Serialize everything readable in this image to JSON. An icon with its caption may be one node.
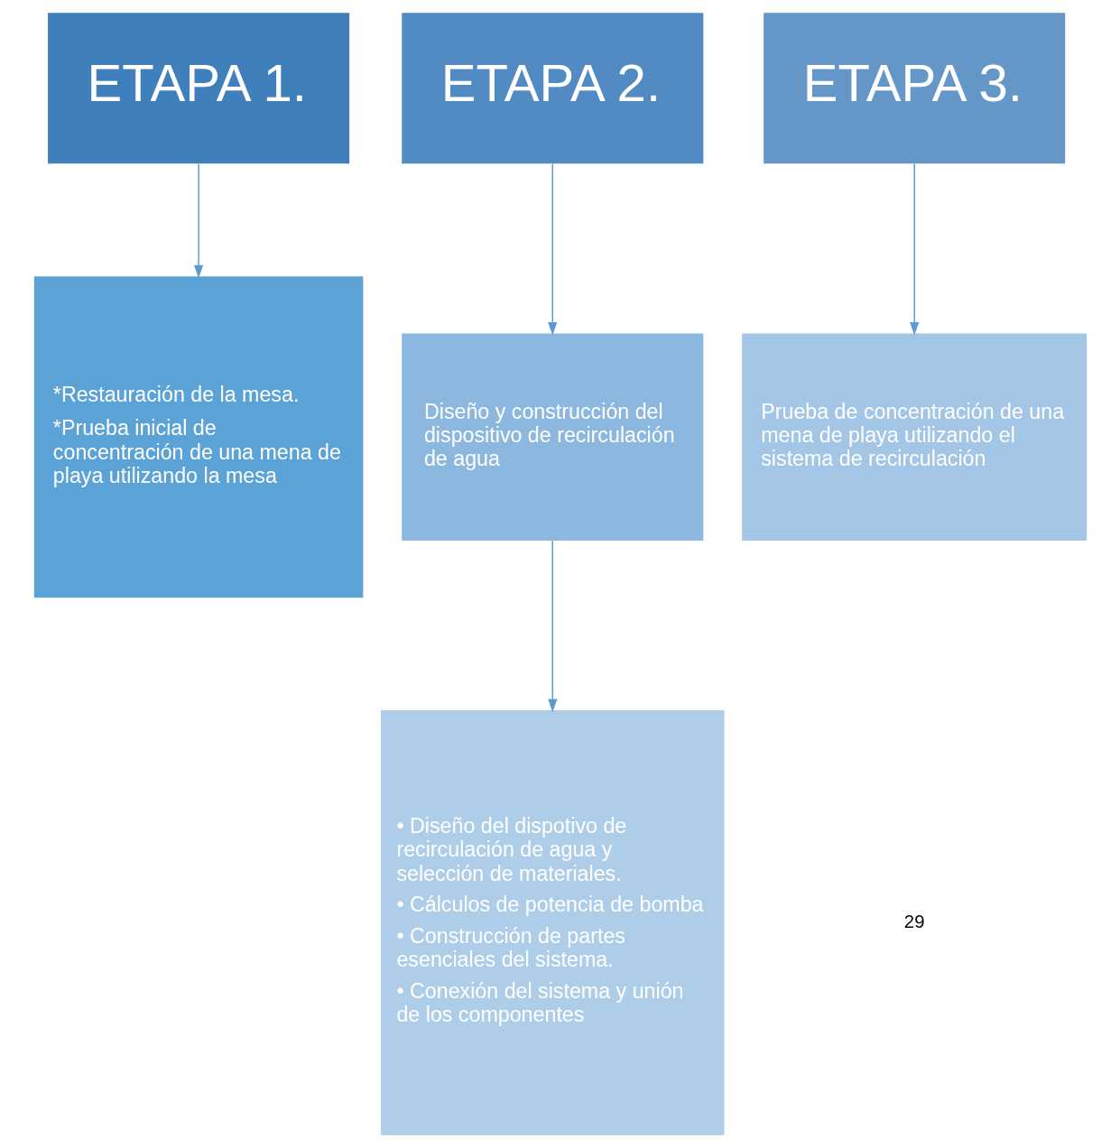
{
  "diagram": {
    "nodes": [
      {
        "text": [
          "ETAPA 1."
        ]
      },
      {
        "text": [
          "ETAPA 2."
        ]
      },
      {
        "text": [
          "ETAPA 3."
        ]
      },
      {
        "text": [
          "*Restauración de la mesa.",
          "*Prueba inicial de concentración de una mena de playa utilizando la mesa"
        ]
      },
      {
        "text": [
          "Diseño y construcción del dispositivo de recirculación de agua"
        ]
      },
      {
        "text": [
          "Prueba de concentración de una mena de playa utilizando el sistema de recirculación"
        ]
      },
      {
        "text": [
          "• Diseño del dispotivo de recirculación de agua y selección de materiales.",
          "• Cálculos de potencia de bomba",
          "• Construcción de partes esenciales del sistema.",
          "• Conexión del sistema y unión de los componentes"
        ]
      }
    ],
    "edges": [
      {
        "from": 0,
        "to": 3,
        "arrow": "to"
      },
      {
        "from": 1,
        "to": 4,
        "arrow": "to"
      },
      {
        "from": 2,
        "to": 5,
        "arrow": "to"
      },
      {
        "from": 4,
        "to": 6,
        "arrow": "to"
      }
    ],
    "labels": [
      "29"
    ]
  }
}
